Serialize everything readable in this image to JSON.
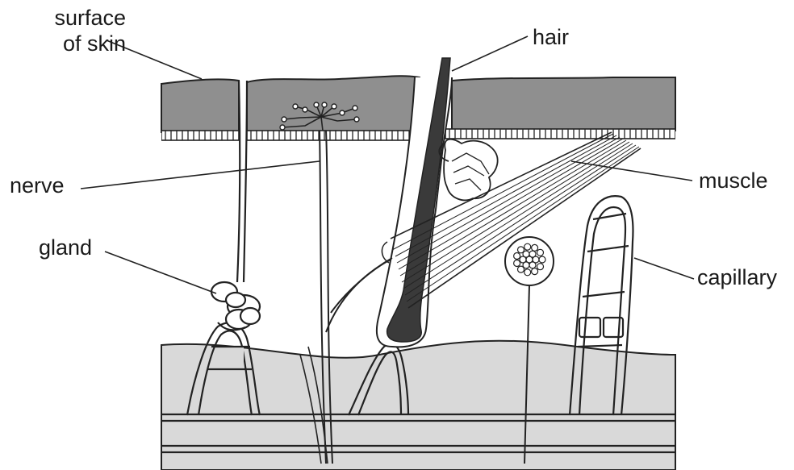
{
  "labels": {
    "surface_line1": "surface",
    "surface_line2": "of skin",
    "hair": "hair",
    "nerve": "nerve",
    "gland": "gland",
    "muscle": "muscle",
    "capillary": "capillary"
  },
  "colors": {
    "epidermis": "#8f8f8f",
    "subcutaneous": "#d9d9d9",
    "hair": "#3a3a3a",
    "outline": "#222222",
    "background": "#ffffff"
  }
}
